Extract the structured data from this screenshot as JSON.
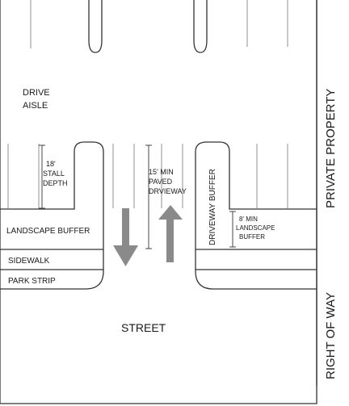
{
  "labels": {
    "drive_aisle_line1": "DRIVE",
    "drive_aisle_line2": "AISLE",
    "stall_line1": "18'",
    "stall_line2": "STALL",
    "stall_line3": "DEPTH",
    "paved_line1": "15' MIN",
    "paved_line2": "PAVED",
    "paved_line3": "DRVIEWAY",
    "driveway_buffer": "DRIVEWAY BUFFER",
    "min_buffer_line1": "8' MIN",
    "min_buffer_line2": "LANDSCAPE",
    "min_buffer_line3": "BUFFER",
    "landscape_buffer": "LANDSCAPE BUFFER",
    "sidewalk": "SIDEWALK",
    "park_strip": "PARK STRIP",
    "street": "STREET",
    "private_property": "PRIVATE PROPERTY",
    "right_of_way": "RIGHT OF WAY"
  },
  "colors": {
    "line": "#333333",
    "arrow": "#8a8a8a",
    "background": "#ffffff"
  },
  "icons": {
    "inbound_arrow": "arrow-down-icon",
    "outbound_arrow": "arrow-up-icon"
  }
}
